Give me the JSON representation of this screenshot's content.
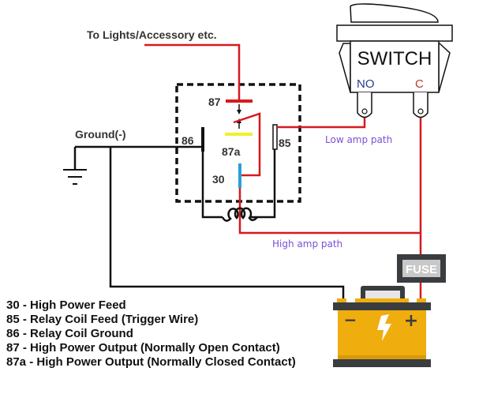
{
  "labels": {
    "lights": "To Lights/Accessory etc.",
    "ground": "Ground(-)",
    "pin86": "86",
    "pin87": "87",
    "pin87a": "87a",
    "pin30": "30",
    "pin85": "85",
    "low_amp": "Low amp path",
    "high_amp": "High amp path"
  },
  "switch": {
    "title": "SWITCH",
    "no": "NO",
    "c": "C"
  },
  "fuse": {
    "label": "FUSE"
  },
  "battery": {
    "minus": "−",
    "plus": "+"
  },
  "legend": [
    "30 - High Power Feed",
    "85 - Relay Coil Feed (Trigger Wire)",
    "86 - Relay Coil Ground",
    "87 - High Power Output (Normally Open Contact)",
    "87a - High Power Output (Normally Closed Contact)"
  ],
  "colors": {
    "wire_red": "#d7191f",
    "wire_black": "#111111",
    "pin30_blue": "#2a9fd8",
    "pin87a_yellow": "#f3ee2a",
    "battery_body": "#f0ad0e",
    "battery_dark": "#3a3d40",
    "fuse_gray": "#c8c8c8",
    "path_label_purple": "#7b4fd6",
    "no_blue": "#2b3a8f",
    "c_red": "#c0392b"
  }
}
